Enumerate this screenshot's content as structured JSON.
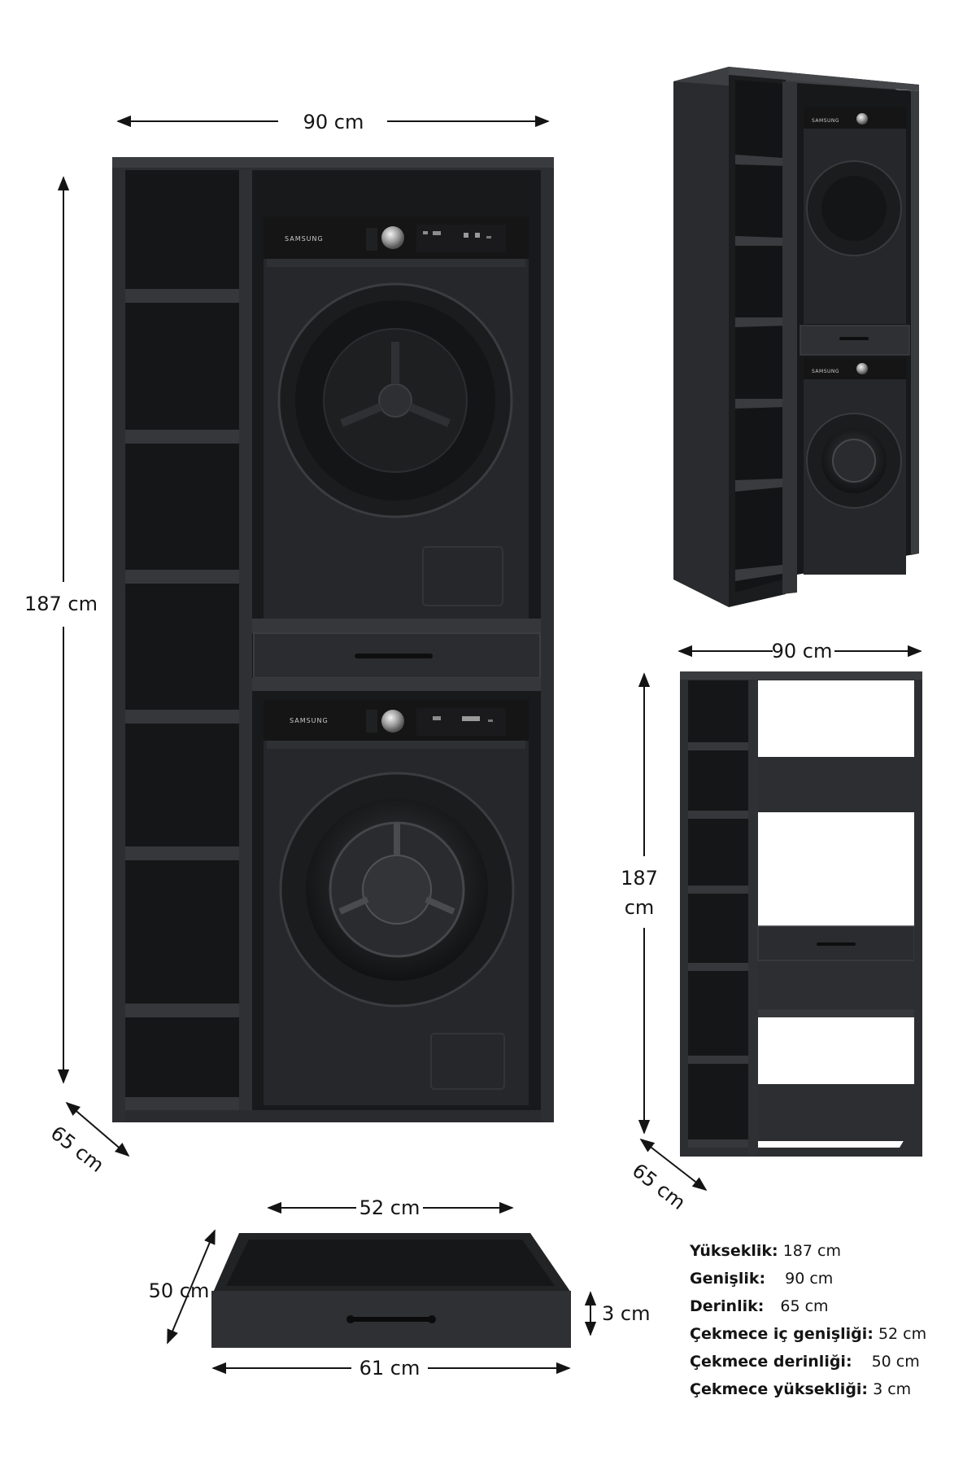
{
  "dimensions": {
    "main_width": "90 cm",
    "main_height": "187 cm",
    "main_depth": "65 cm",
    "frame_width": "90 cm",
    "frame_height_line1": "187",
    "frame_height_line2": "cm",
    "frame_depth": "65 cm",
    "drawer_inner_width": "52 cm",
    "drawer_depth": "50 cm",
    "drawer_height": "3 cm",
    "drawer_outer_width": "61 cm"
  },
  "appliances": {
    "dryer_brand": "SAMSUNG",
    "washer_brand": "SAMSUNG"
  },
  "specs": [
    {
      "label": "Yükseklik:",
      "value": "187 cm"
    },
    {
      "label": "Genişlik:",
      "value": "90 cm"
    },
    {
      "label": "Derinlik:",
      "value": "65 cm"
    },
    {
      "label": "Çekmece iç genişliği:",
      "value": "52 cm"
    },
    {
      "label": "Çekmece derinliği:",
      "value": "50 cm"
    },
    {
      "label": "Çekmece yüksekliği:",
      "value": "3 cm"
    }
  ],
  "colors": {
    "cabinet": "#2d2e31",
    "cabinet_dark": "#1b1c1e",
    "interior": "#151617",
    "appliance": "#26272a",
    "background": "#ffffff"
  }
}
